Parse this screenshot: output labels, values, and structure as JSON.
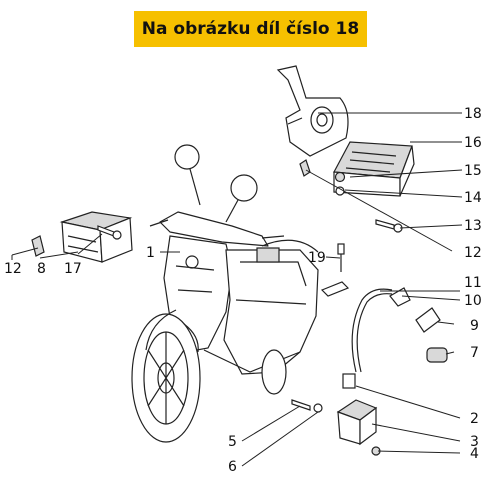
{
  "banner": {
    "text": "Na obrázku díl číslo 18",
    "color": "#f6c000"
  },
  "labels": {
    "n1": "1",
    "n2": "2",
    "n3": "3",
    "n4": "4",
    "n5": "5",
    "n6": "6",
    "n7": "7",
    "n8": "8",
    "n9": "9",
    "n10": "10",
    "n11": "11",
    "n12a": "12",
    "n12b": "12",
    "n13": "13",
    "n14": "14",
    "n15": "15",
    "n16": "16",
    "n17": "17",
    "n18": "18",
    "n19": "19"
  }
}
